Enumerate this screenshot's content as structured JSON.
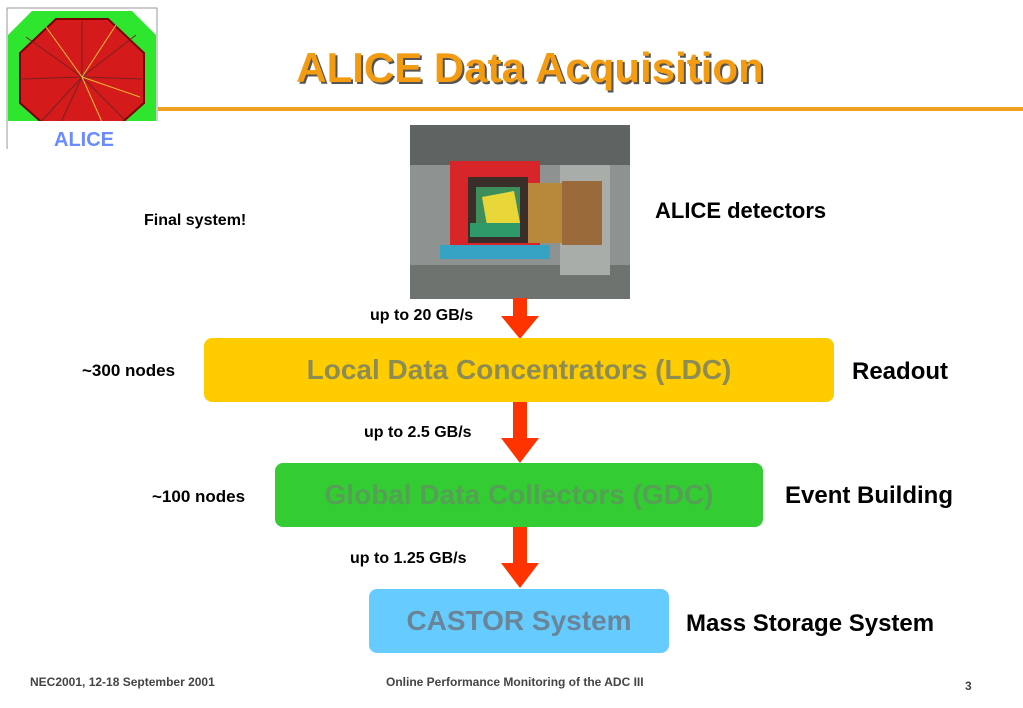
{
  "header": {
    "title": "ALICE Data Acquisition",
    "logo_text": "ALICE"
  },
  "notes": {
    "final_system": "Final system!"
  },
  "detector": {
    "label": "ALICE detectors"
  },
  "flow": [
    {
      "rate": "up to 20 GB/s"
    },
    {
      "rate": "up to 2.5 GB/s"
    },
    {
      "rate": "up to 1.25 GB/s"
    }
  ],
  "stages": [
    {
      "name": "Local Data Concentrators (LDC)",
      "nodes": "~300 nodes",
      "role": "Readout",
      "color": "#FFCC00",
      "text_color": "#8C8C55"
    },
    {
      "name": "Global Data Collectors (GDC)",
      "nodes": "~100 nodes",
      "role": "Event Building",
      "color": "#33CC33",
      "text_color": "#55A055"
    },
    {
      "name": "CASTOR System",
      "role": "Mass Storage System",
      "color": "#66CCFF",
      "text_color": "#6A8597"
    }
  ],
  "footer": {
    "left": "NEC2001, 12-18 September 2001",
    "center": "Online Performance Monitoring of the ADC III",
    "page": "3"
  },
  "colors": {
    "arrow": "#FF3300",
    "title": "#F39C12",
    "rule": "#F0A020"
  }
}
